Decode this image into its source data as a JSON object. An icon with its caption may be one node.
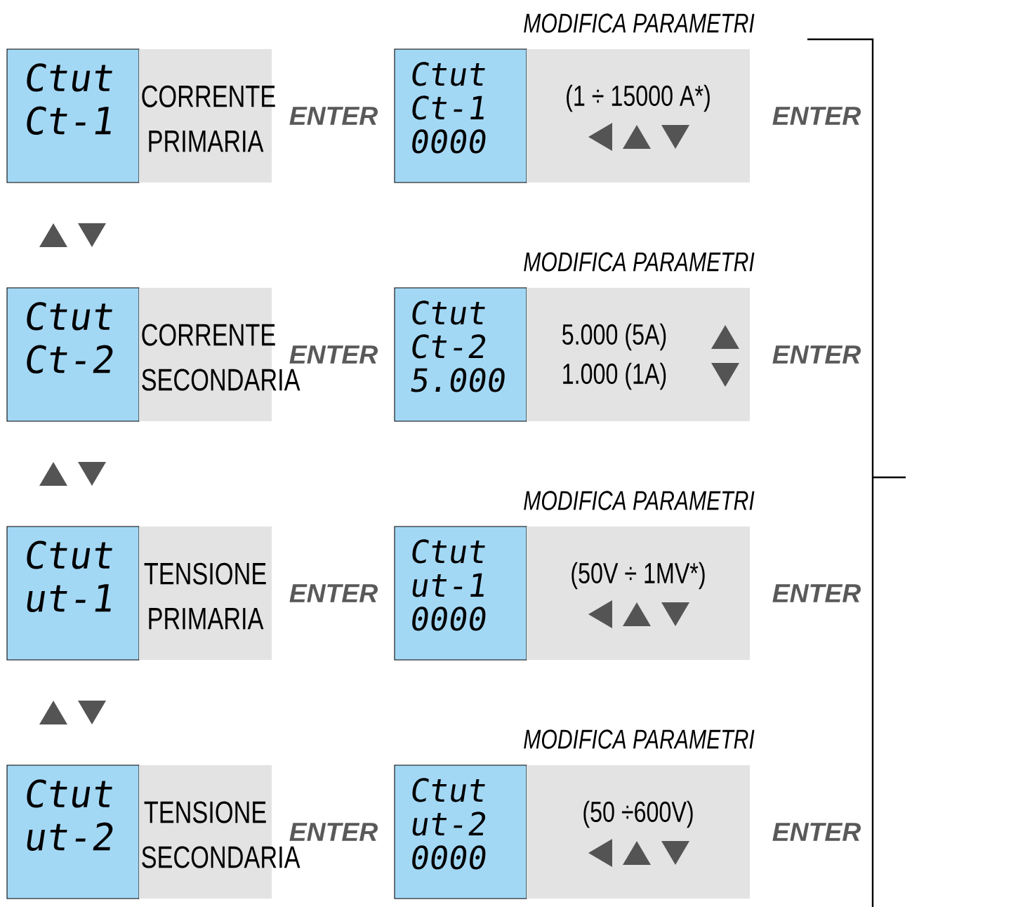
{
  "diagram": {
    "nodes": [
      {
        "text": [
          "Ctut Ct-1"
        ]
      },
      {
        "text": [
          "CORRENTE PRIMARIA"
        ]
      },
      {
        "text": [
          "Ctut Ct-1 0000"
        ]
      },
      {
        "text": [
          "(1 ÷ 15000 A*)"
        ]
      },
      {
        "text": [
          "Ctut Ct-2"
        ]
      },
      {
        "text": [
          "CORRENTE SECONDARIA"
        ]
      },
      {
        "text": [
          "Ctut Ct-2 5.000"
        ]
      },
      {
        "text": [
          "5.000 (5A)",
          "1.000 (1A)"
        ]
      },
      {
        "text": [
          "Ctut ut-1"
        ]
      },
      {
        "text": [
          "TENSIONE PRIMARIA"
        ]
      },
      {
        "text": [
          "Ctut ut-1 0000"
        ]
      },
      {
        "text": [
          "(50V ÷ 1MV*)"
        ]
      },
      {
        "text": [
          "Ctut ut-2"
        ]
      },
      {
        "text": [
          "TENSIONE SECONDARIA"
        ]
      },
      {
        "text": [
          "Ctut ut-2 0000"
        ]
      },
      {
        "text": [
          "(50 ÷600V)"
        ]
      }
    ],
    "labels": [
      "MODIFICA PARAMETRI",
      "ENTER",
      "ENTER",
      "MODIFICA PARAMETRI",
      "ENTER",
      "ENTER",
      "MODIFICA PARAMETRI",
      "ENTER",
      "ENTER",
      "MODIFICA PARAMETRI",
      "ENTER",
      "ENTER"
    ]
  }
}
